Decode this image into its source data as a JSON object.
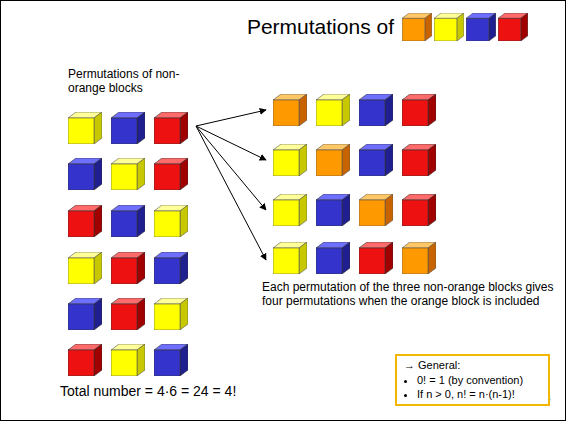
{
  "diagram": {
    "title": "Permutations of",
    "nodes": [
      {
        "text": [
          "→ General:",
          "0! = 1 (by convention)",
          "If n > 0, n! = n·(n-1)!"
        ]
      }
    ],
    "labels": [
      "Permutations of non-orange blocks",
      "Each permutation of the three non-orange blocks gives four permutations when the orange block is included",
      "Total number = 4·6 = 24 = 4!",
      "4"
    ]
  }
}
